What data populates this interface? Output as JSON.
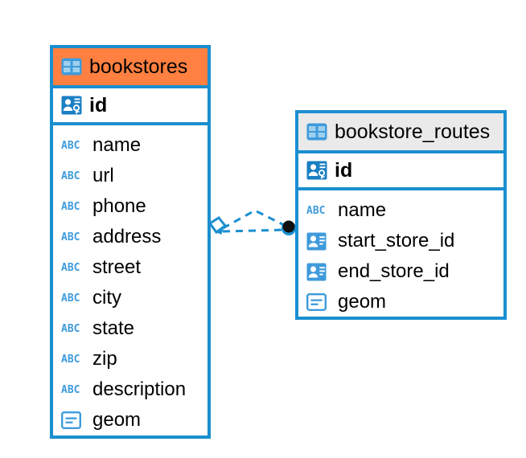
{
  "diagram": {
    "type": "entity-relationship-diagram",
    "colors": {
      "accent_header": "#FF8040",
      "neutral_header": "#EAEAEA",
      "border": "#1A8FD0",
      "icon_blue": "#3E9BDC",
      "connector": "#1A8FD0",
      "endpoint": "#111111",
      "text": "#000000",
      "background": "#FFFFFF"
    },
    "entities": [
      {
        "name": "bookstores",
        "header_style": "accent",
        "table_icon": "table-icon",
        "primary_key": {
          "label": "id",
          "icon": "primary-key-icon"
        },
        "fields": [
          {
            "label": "name",
            "icon": "abc-text-icon",
            "type_glyph": "ABC"
          },
          {
            "label": "url",
            "icon": "abc-text-icon",
            "type_glyph": "ABC"
          },
          {
            "label": "phone",
            "icon": "abc-text-icon",
            "type_glyph": "ABC"
          },
          {
            "label": "address",
            "icon": "abc-text-icon",
            "type_glyph": "ABC"
          },
          {
            "label": "street",
            "icon": "abc-text-icon",
            "type_glyph": "ABC"
          },
          {
            "label": "city",
            "icon": "abc-text-icon",
            "type_glyph": "ABC"
          },
          {
            "label": "state",
            "icon": "abc-text-icon",
            "type_glyph": "ABC"
          },
          {
            "label": "zip",
            "icon": "abc-text-icon",
            "type_glyph": "ABC"
          },
          {
            "label": "description",
            "icon": "abc-text-icon",
            "type_glyph": "ABC"
          },
          {
            "label": "geom",
            "icon": "geometry-icon",
            "type_glyph": ""
          }
        ]
      },
      {
        "name": "bookstore_routes",
        "header_style": "neutral",
        "table_icon": "table-icon",
        "primary_key": {
          "label": "id",
          "icon": "primary-key-icon"
        },
        "fields": [
          {
            "label": "name",
            "icon": "abc-text-icon",
            "type_glyph": "ABC"
          },
          {
            "label": "start_store_id",
            "icon": "foreign-key-icon",
            "type_glyph": ""
          },
          {
            "label": "end_store_id",
            "icon": "foreign-key-icon",
            "type_glyph": ""
          },
          {
            "label": "geom",
            "icon": "geometry-icon",
            "type_glyph": ""
          }
        ]
      }
    ],
    "relationship": {
      "source_marker": "diamond-many-marker",
      "target_marker": "filled-circle-marker",
      "line_style": "dashed"
    }
  }
}
